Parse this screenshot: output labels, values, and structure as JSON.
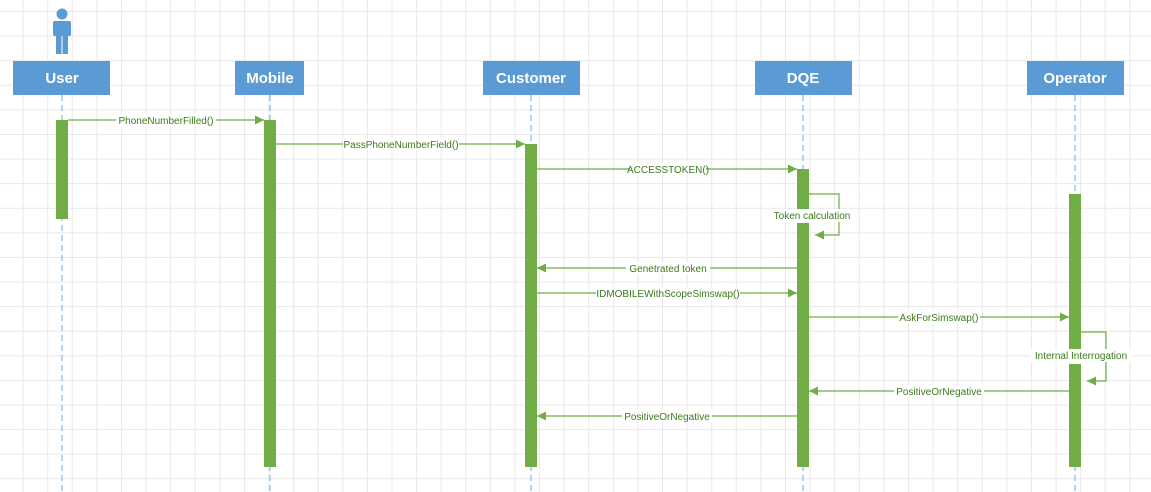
{
  "participants": [
    {
      "id": "user",
      "label": "User"
    },
    {
      "id": "mobile",
      "label": "Mobile"
    },
    {
      "id": "customer",
      "label": "Customer"
    },
    {
      "id": "dqe",
      "label": "DQE"
    },
    {
      "id": "operator",
      "label": "Operator"
    }
  ],
  "messages": [
    {
      "from": "user",
      "to": "mobile",
      "label": "PhoneNumberFilled()"
    },
    {
      "from": "mobile",
      "to": "customer",
      "label": "PassPhoneNumberField()"
    },
    {
      "from": "customer",
      "to": "dqe",
      "label": "ACCESSTOKEN()"
    },
    {
      "from": "dqe",
      "to": "dqe",
      "label": "Token calculation"
    },
    {
      "from": "dqe",
      "to": "customer",
      "label": "Genetrated token"
    },
    {
      "from": "customer",
      "to": "dqe",
      "label": "IDMOBILEWithScopeSimswap()"
    },
    {
      "from": "dqe",
      "to": "operator",
      "label": "AskForSimswap()"
    },
    {
      "from": "operator",
      "to": "operator",
      "label": "Internal Interrogation"
    },
    {
      "from": "operator",
      "to": "dqe",
      "label": "PositiveOrNegative"
    },
    {
      "from": "dqe",
      "to": "customer",
      "label": "PositiveOrNegative"
    }
  ],
  "colors": {
    "participant_box": "#5b9bd5",
    "activation": "#70ad47",
    "lifeline": "#6fa8dc",
    "message_text": "#3a7b1a"
  },
  "icons": {
    "actor": "person-icon"
  }
}
